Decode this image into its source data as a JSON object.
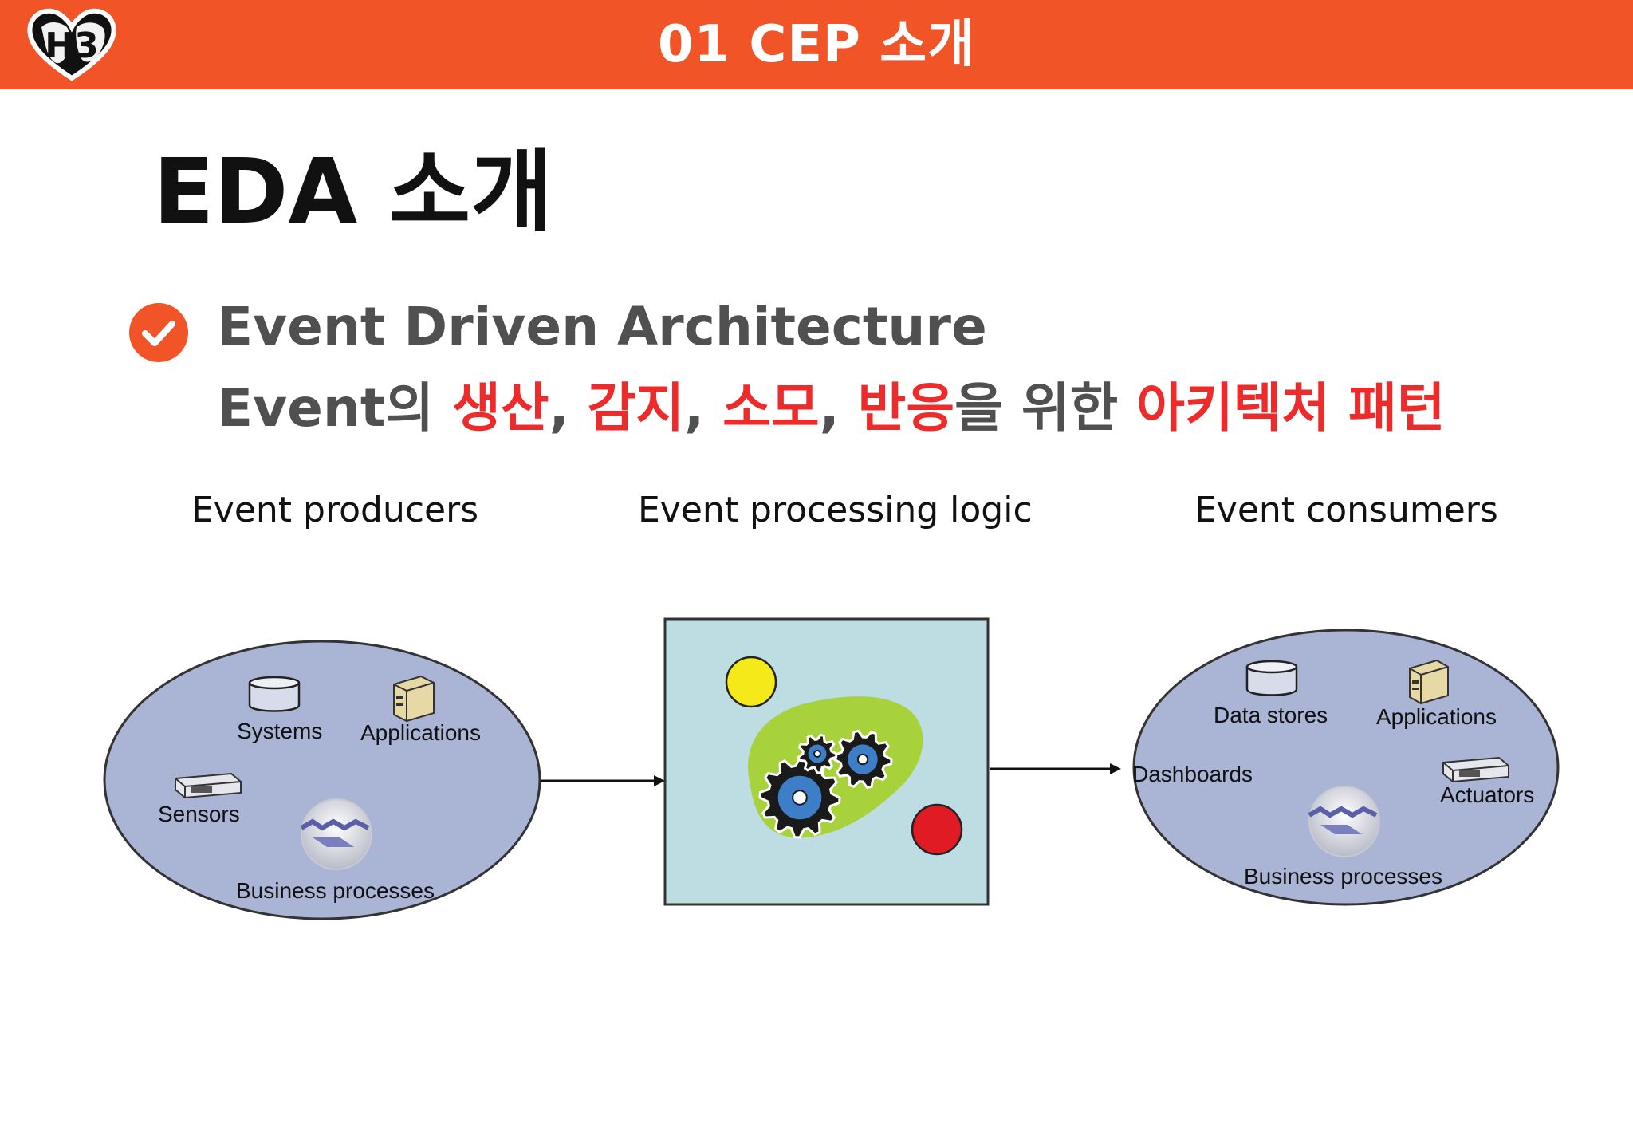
{
  "header": {
    "title": "01 CEP 소개",
    "logo_text": "H3"
  },
  "page": {
    "title": "EDA 소개"
  },
  "bullet": {
    "main": "Event Driven Architecture",
    "sub": [
      {
        "text": "Event의 ",
        "highlight": false
      },
      {
        "text": "생산",
        "highlight": true
      },
      {
        "text": ", ",
        "highlight": false
      },
      {
        "text": "감지",
        "highlight": true
      },
      {
        "text": ", ",
        "highlight": false
      },
      {
        "text": "소모",
        "highlight": true
      },
      {
        "text": ", ",
        "highlight": false
      },
      {
        "text": "반응",
        "highlight": true
      },
      {
        "text": "을 위한 ",
        "highlight": false
      },
      {
        "text": "아키텍처 패턴",
        "highlight": true
      }
    ]
  },
  "diagram": {
    "producers": {
      "heading": "Event producers",
      "items": {
        "systems": "Systems",
        "applications": "Applications",
        "sensors": "Sensors",
        "business_processes": "Business processes"
      }
    },
    "processing": {
      "heading": "Event processing logic"
    },
    "consumers": {
      "heading": "Event consumers",
      "items": {
        "data_stores": "Data stores",
        "applications": "Applications",
        "dashboards": "Dashboards",
        "actuators": "Actuators",
        "business_processes": "Business processes"
      }
    }
  },
  "colors": {
    "header_bg": "#F05427",
    "highlight": "#EE2B2B",
    "bullet_text": "#505050",
    "ellipse_fill": "#AAB4D4",
    "processing_bg": "#BEDDE3",
    "blob_green": "#A8D23C",
    "circle_yellow": "#F4EA1A",
    "circle_red": "#E01B24"
  }
}
